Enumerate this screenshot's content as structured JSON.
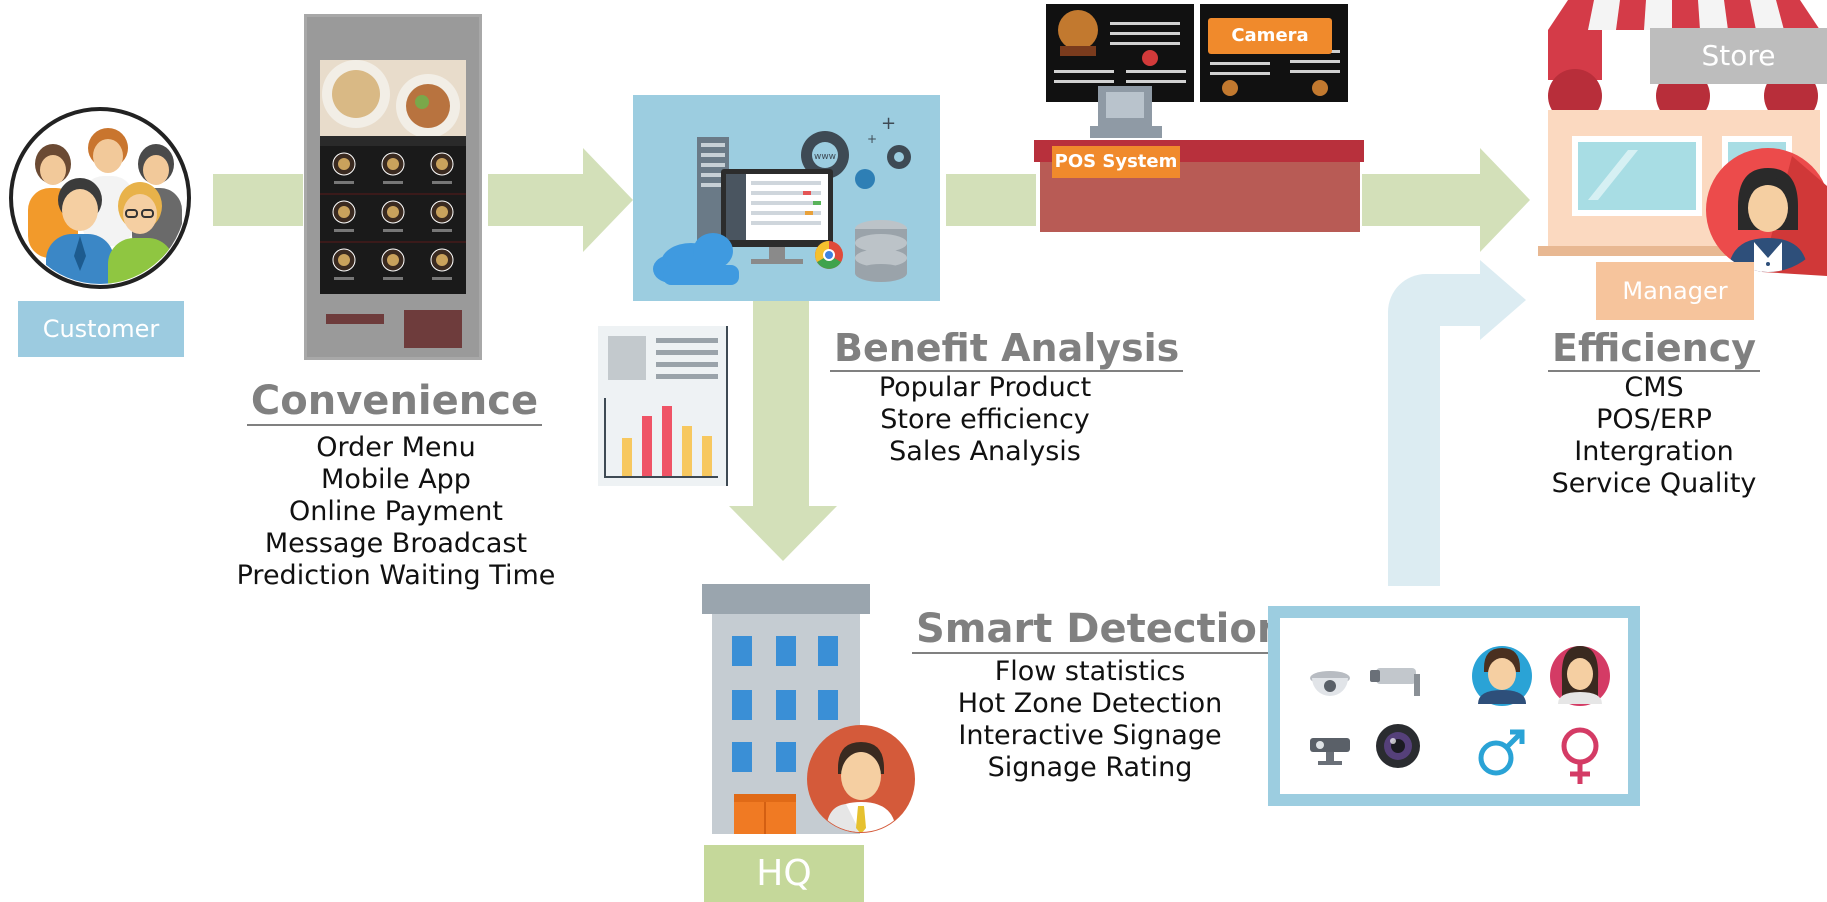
{
  "labels": {
    "customer": "Customer",
    "store": "Store",
    "manager": "Manager",
    "hq": "HQ",
    "camera": "Camera",
    "pos": "POS System"
  },
  "convenience": {
    "title": "Convenience",
    "items": [
      "Order Menu",
      "Mobile App",
      "Online Payment",
      "Message Broadcast",
      "Prediction Waiting Time"
    ]
  },
  "benefit": {
    "title": "Benefit Analysis",
    "items": [
      "Popular Product",
      "Store efficiency",
      "Sales Analysis"
    ]
  },
  "efficiency": {
    "title": "Efficiency",
    "items": [
      "CMS",
      "POS/ERP",
      "Intergration",
      "Service Quality"
    ]
  },
  "smart": {
    "title": "Smart Detection",
    "items": [
      "Flow statistics",
      "Hot Zone Detection",
      "Interactive Signage",
      "Signage Rating"
    ]
  },
  "colors": {
    "arrow_green": "#d3e0b9",
    "arrow_blue": "#dcecf2",
    "customer_box": "#9ccbe0",
    "store_box": "#bdbdbd",
    "manager_box": "#f6c49c",
    "hq_box": "#c5d89a",
    "pos_label": "#f08a2c",
    "title_grey": "#808080"
  }
}
